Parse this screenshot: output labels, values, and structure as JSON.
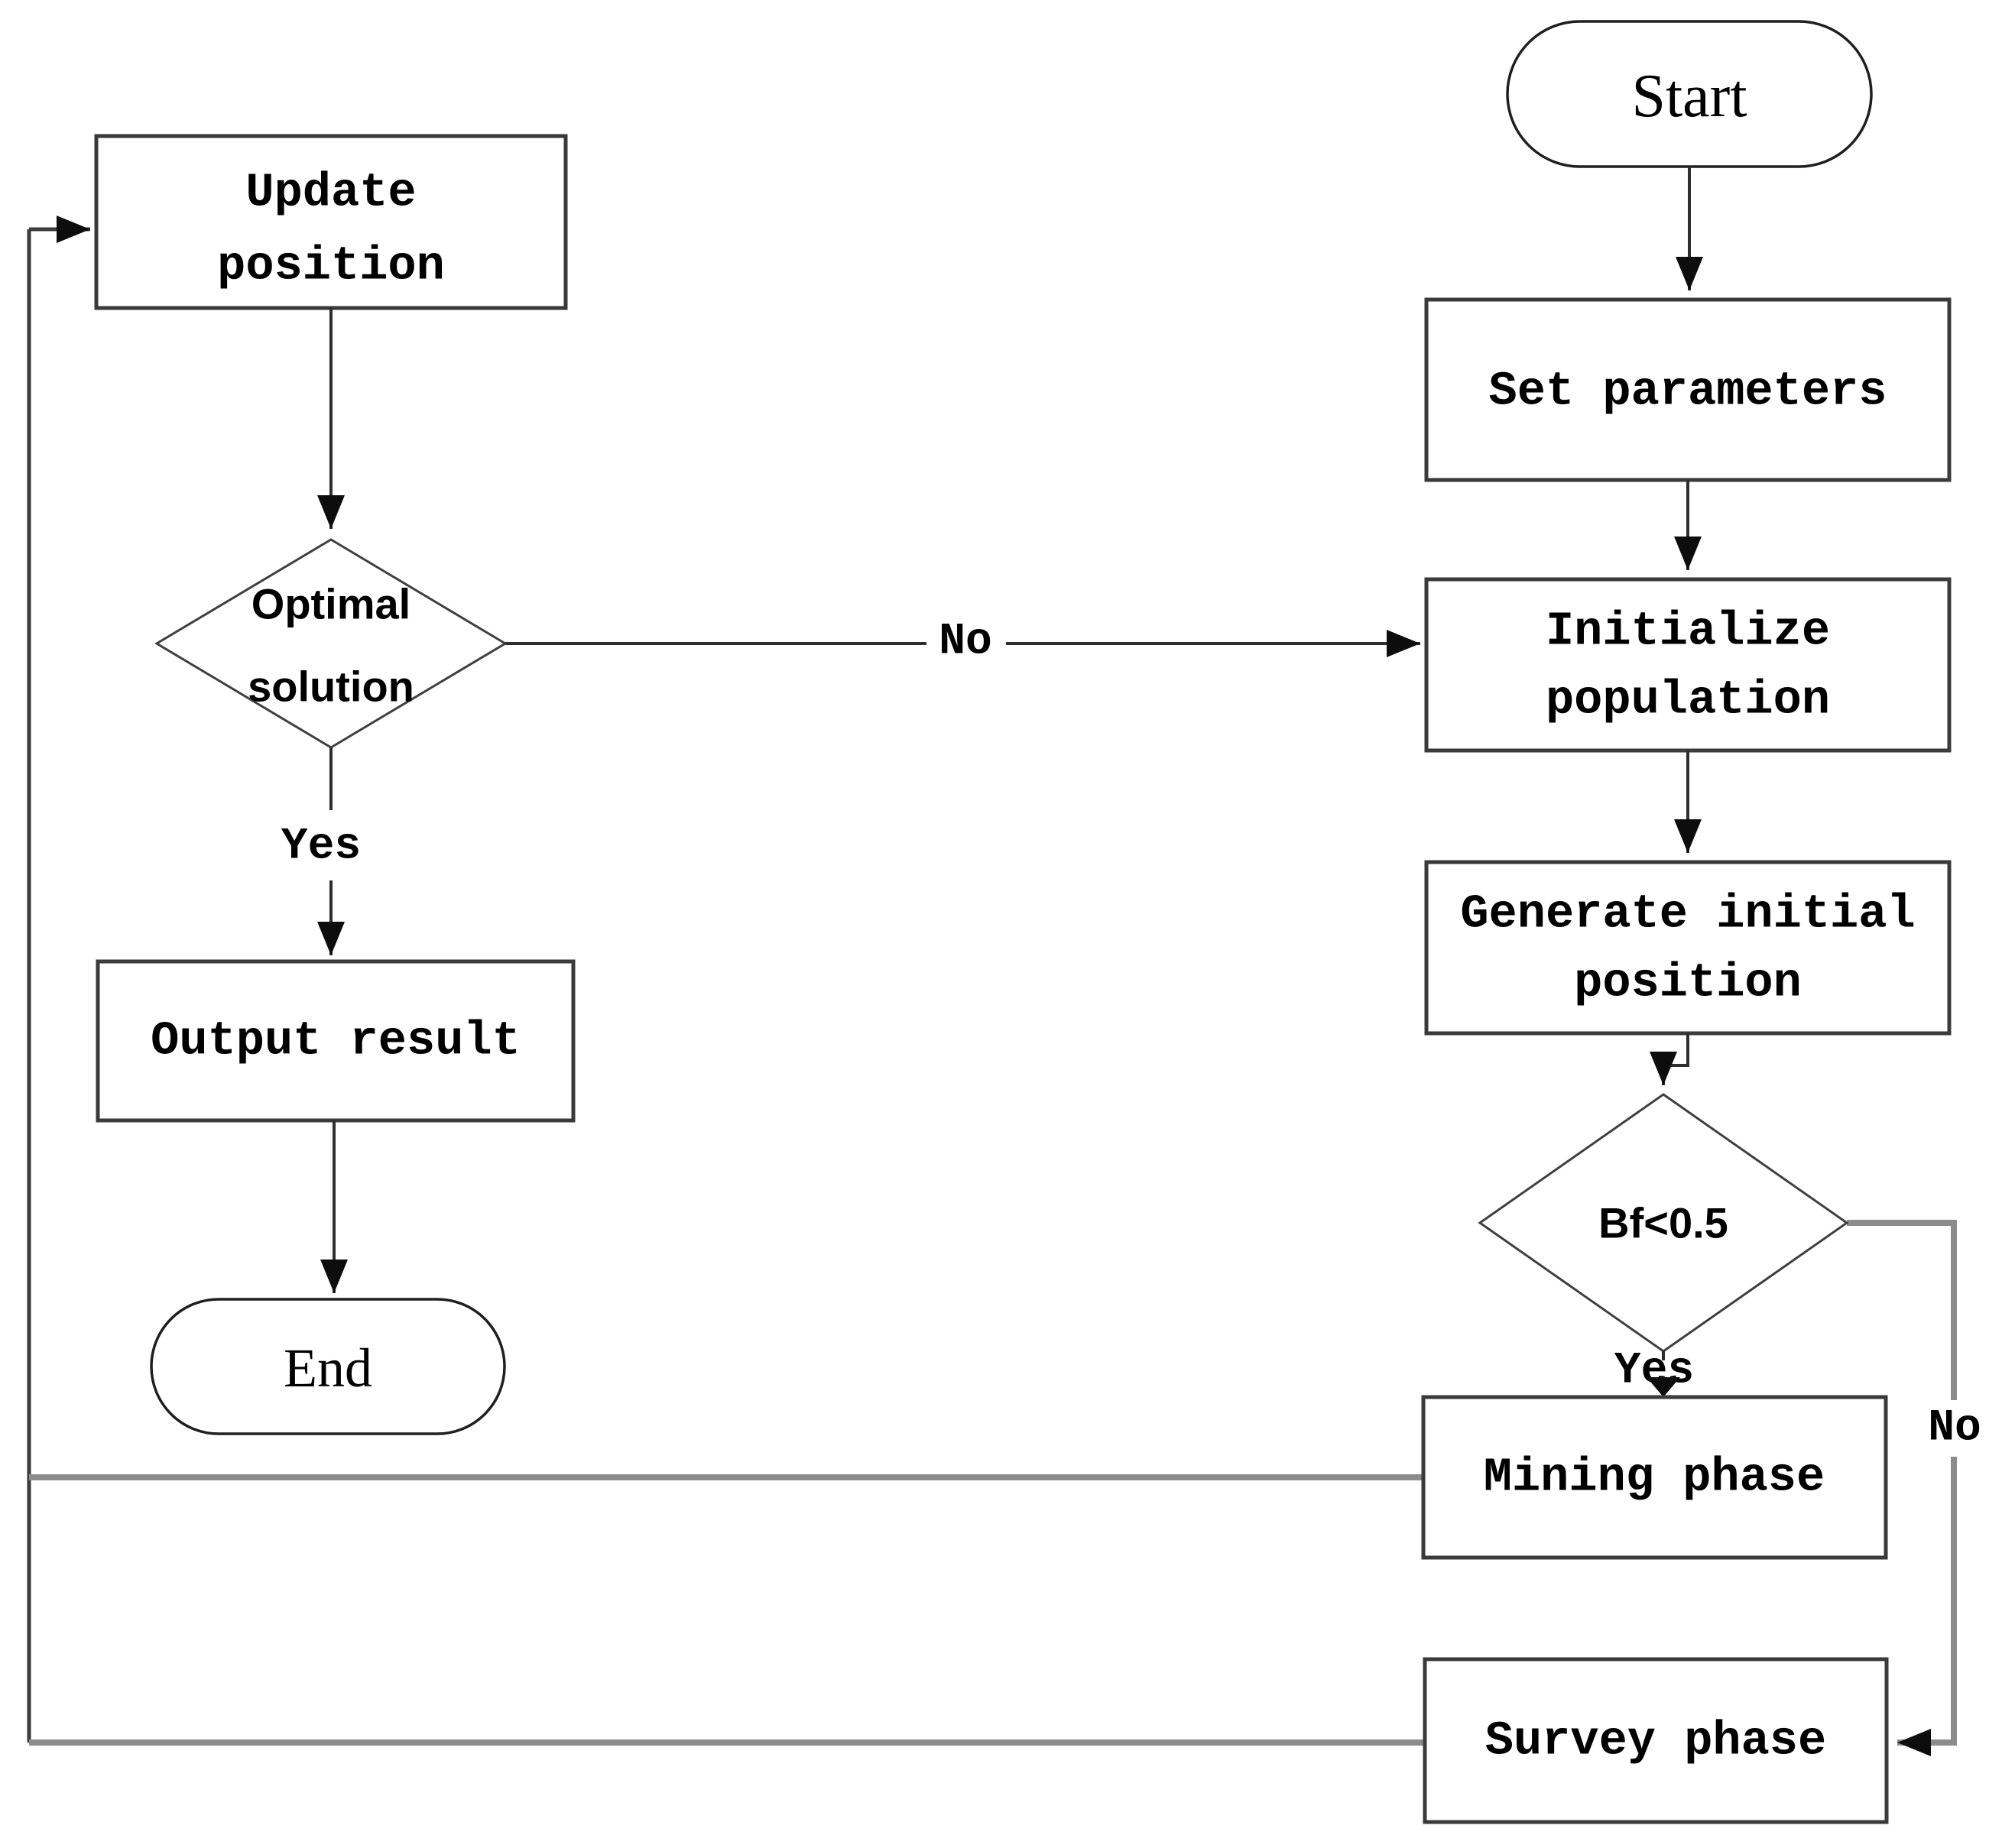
{
  "diagram": {
    "kind": "flowchart",
    "nodes": {
      "start": "Start",
      "set_parameters": "Set parameters",
      "initialize_population_line1": "Initialize",
      "initialize_population_line2": "population",
      "generate_initial_line1": "Generate initial",
      "generate_initial_line2": "position",
      "bf_condition": "Bf<0.5",
      "mining_phase": "Mining phase",
      "survey_phase": "Survey phase",
      "update_position_line1": "Update",
      "update_position_line2": "position",
      "optimal_solution_line1": "Optimal",
      "optimal_solution_line2": "solution",
      "output_result": "Output result",
      "end": "End"
    },
    "edge_labels": {
      "optimal_no": "No",
      "optimal_yes": "Yes",
      "bf_yes": "Yes",
      "bf_no": "No"
    },
    "colors": {
      "background": "#ffffff",
      "node_fill": "#ffffff",
      "node_border": "#3a3a3a",
      "connector_dark": "#2e2e2e",
      "connector_gray": "#8c8c8c",
      "arrowhead": "#0d0d0d",
      "text": "#000000"
    }
  }
}
